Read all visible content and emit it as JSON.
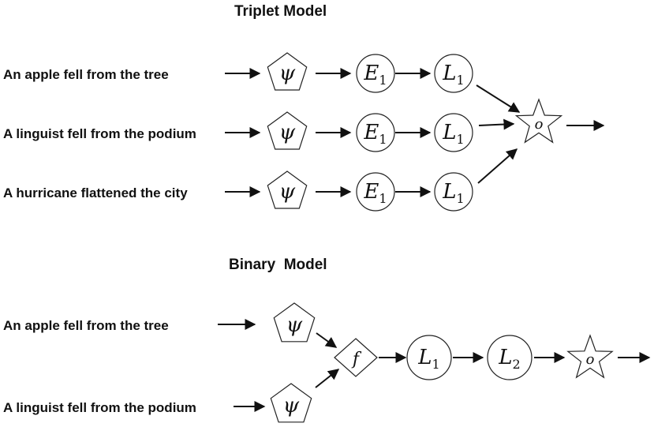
{
  "triplet": {
    "title": "Triplet Model",
    "sentences": [
      "An apple fell from the tree",
      "A linguist fell from the podium",
      "A hurricane flattened the city"
    ],
    "nodes": {
      "psi": "ψ",
      "encoder": {
        "base": "E",
        "sub": "1"
      },
      "layer": {
        "base": "L",
        "sub": "1"
      },
      "output": "o"
    }
  },
  "binary": {
    "title": "Binary  Model",
    "sentences": [
      "An apple fell from the tree",
      "A linguist fell from the podium"
    ],
    "nodes": {
      "psi": "ψ",
      "combine": "f",
      "layer1": {
        "base": "L",
        "sub": "1"
      },
      "layer2": {
        "base": "L",
        "sub": "2"
      },
      "output": "o"
    }
  }
}
